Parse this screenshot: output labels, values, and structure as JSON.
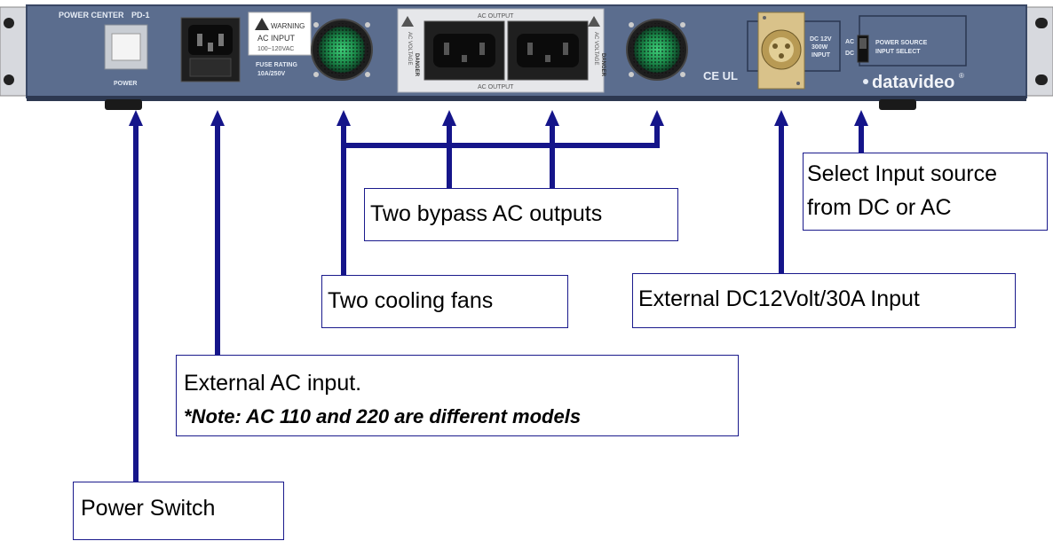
{
  "panel": {
    "model_title": "POWER CENTER",
    "model_number": "PD-1",
    "power_label": "POWER",
    "warning_title": "WARNING",
    "warning_line1": "AC INPUT",
    "warning_line2": "100~120VAC",
    "fuse_line1": "FUSE RATING",
    "fuse_line2": "10A/250V",
    "ac_output_top": "AC OUTPUT",
    "ac_output_bottom": "AC OUTPUT",
    "ac_voltage": "AC VOLTAGE",
    "danger": "DANGER",
    "dc_line1": "DC 12V",
    "dc_line2": "300W",
    "dc_line3": "INPUT",
    "switch_ac": "AC",
    "switch_dc": "DC",
    "input_select_line1": "POWER SOURCE",
    "input_select_line2": "INPUT SELECT",
    "cert_marks": "CE UL",
    "brand": "datavideo",
    "registered": "®"
  },
  "callouts": {
    "power_switch": "Power Switch",
    "ac_input": "External AC input.",
    "ac_input_note": "*Note: AC 110 and 220 are different models",
    "cooling_fans": "Two cooling fans",
    "bypass_outputs": "Two bypass AC outputs",
    "dc_input": "External DC12Volt/30A Input",
    "input_select_line1": "Select Input source",
    "input_select_line2": "from DC or AC"
  },
  "colors": {
    "panel": "#5b6d8e",
    "panel_dark": "#3f4f6e",
    "rack_ear": "#c9ccd2",
    "arrow": "#15158a",
    "box_border": "#1a1a8c"
  }
}
